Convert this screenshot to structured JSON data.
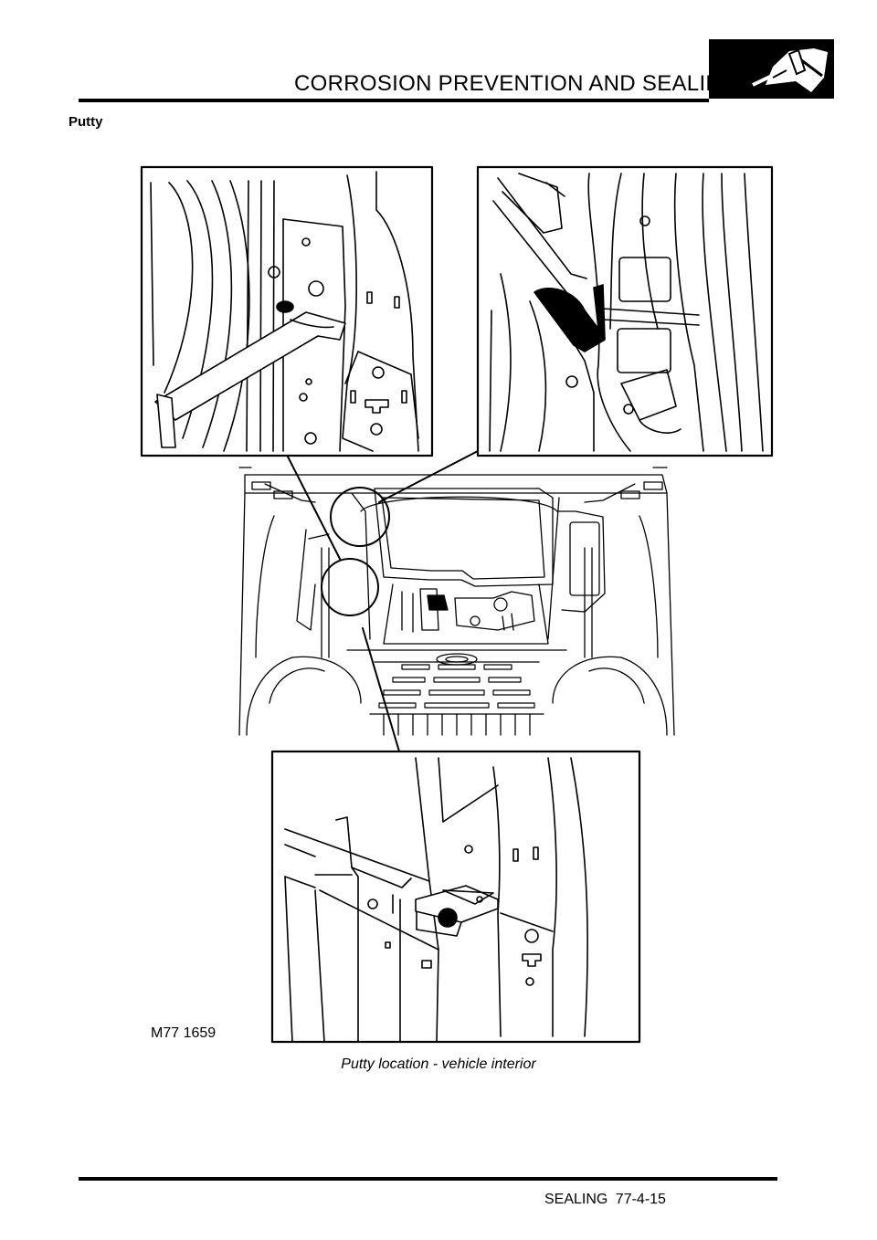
{
  "header": {
    "title": "CORROSION PREVENTION AND SEALING",
    "logo_icon": "section-hammer-wing-icon"
  },
  "section": {
    "heading": "Putty"
  },
  "figure": {
    "code": "M77 1659",
    "caption": "Putty location - vehicle interior",
    "insets": [
      "upper-left-detail",
      "upper-right-detail",
      "lower-detail"
    ]
  },
  "footer": {
    "page_ref": "SEALING 77-4-15"
  },
  "colors": {
    "ink": "#000000",
    "paper": "#ffffff"
  }
}
